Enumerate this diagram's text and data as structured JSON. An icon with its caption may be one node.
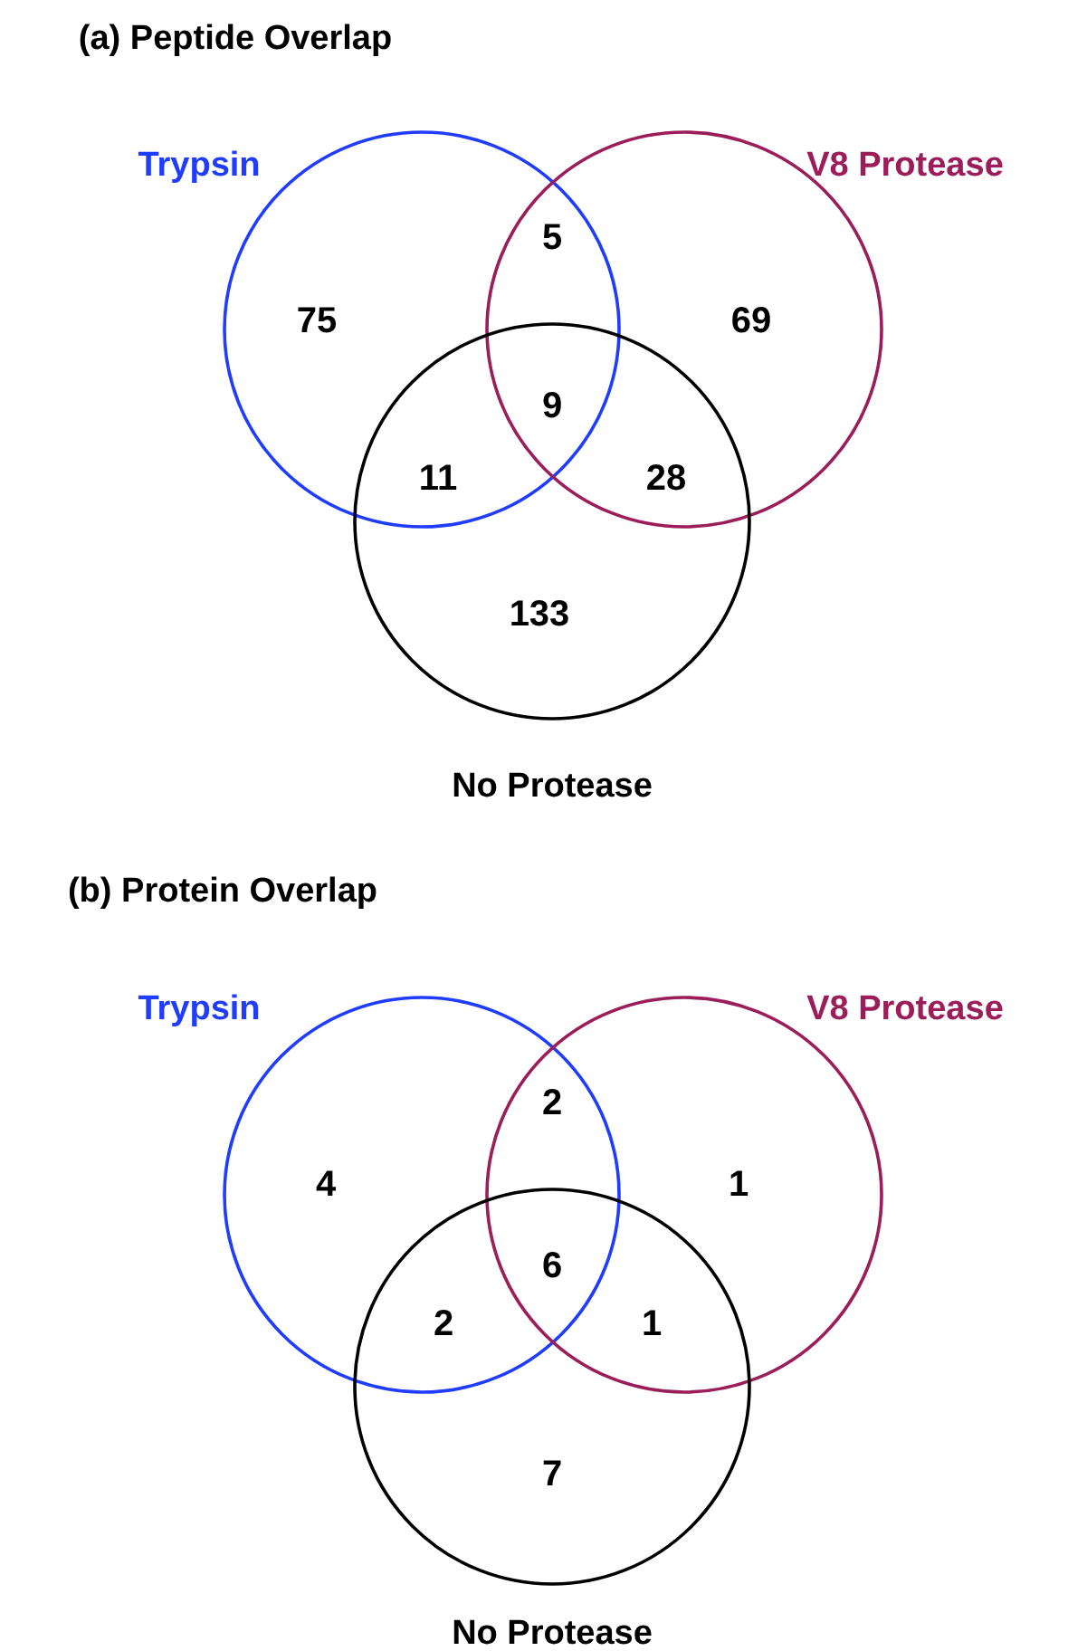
{
  "diagram": {
    "nodes": [
      {
        "text": [
          "Trypsin"
        ]
      },
      {
        "text": [
          "V8 Protease"
        ]
      },
      {
        "text": [
          "No Protease"
        ]
      },
      {
        "text": [
          "Trypsin"
        ]
      },
      {
        "text": [
          "V8 Protease"
        ]
      },
      {
        "text": [
          "No Protease"
        ]
      }
    ],
    "labels": [
      "(a) Peptide Overlap",
      "75",
      "5",
      "69",
      "9",
      "11",
      "28",
      "133",
      "(b) Protein Overlap",
      "4",
      "2",
      "1",
      "6",
      "2",
      "1",
      "7"
    ]
  }
}
